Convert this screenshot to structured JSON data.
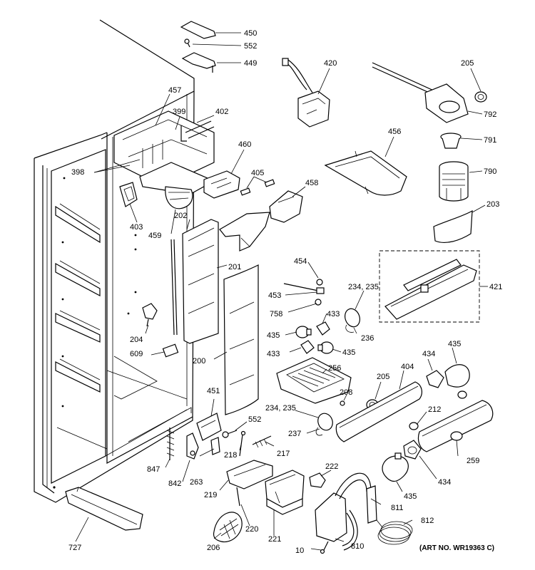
{
  "labels": {
    "p450": "450",
    "p552a": "552",
    "p449": "449",
    "p420": "420",
    "p205a": "205",
    "p792": "792",
    "p791": "791",
    "p790": "790",
    "p203": "203",
    "p457": "457",
    "p399": "399",
    "p402": "402",
    "p456": "456",
    "p460": "460",
    "p398": "398",
    "p405": "405",
    "p458": "458",
    "p403": "403",
    "p459": "459",
    "p202": "202",
    "p421": "421",
    "p454": "454",
    "p453": "453",
    "p234a": "234, 235",
    "p758": "758",
    "p433a": "433",
    "p201": "201",
    "p435a": "435",
    "p236": "236",
    "p433b": "433",
    "p435b": "435",
    "p204": "204",
    "p609": "609",
    "p434a": "434",
    "p435c": "435",
    "p200": "200",
    "p256": "256",
    "p205b": "205",
    "p404": "404",
    "p208": "208",
    "p451": "451",
    "p234b": "234, 235",
    "p212": "212",
    "p552b": "552",
    "p237": "237",
    "p218": "218",
    "p217": "217",
    "p259": "259",
    "p847": "847",
    "p222": "222",
    "p842": "842",
    "p263": "263",
    "p434b": "434",
    "p219": "219",
    "p435d": "435",
    "p811": "811",
    "p812": "812",
    "p727": "727",
    "p220": "220",
    "p221": "221",
    "p206": "206",
    "p10": "10",
    "p810": "810"
  },
  "art_number": "(ART NO. WR19363 C)"
}
